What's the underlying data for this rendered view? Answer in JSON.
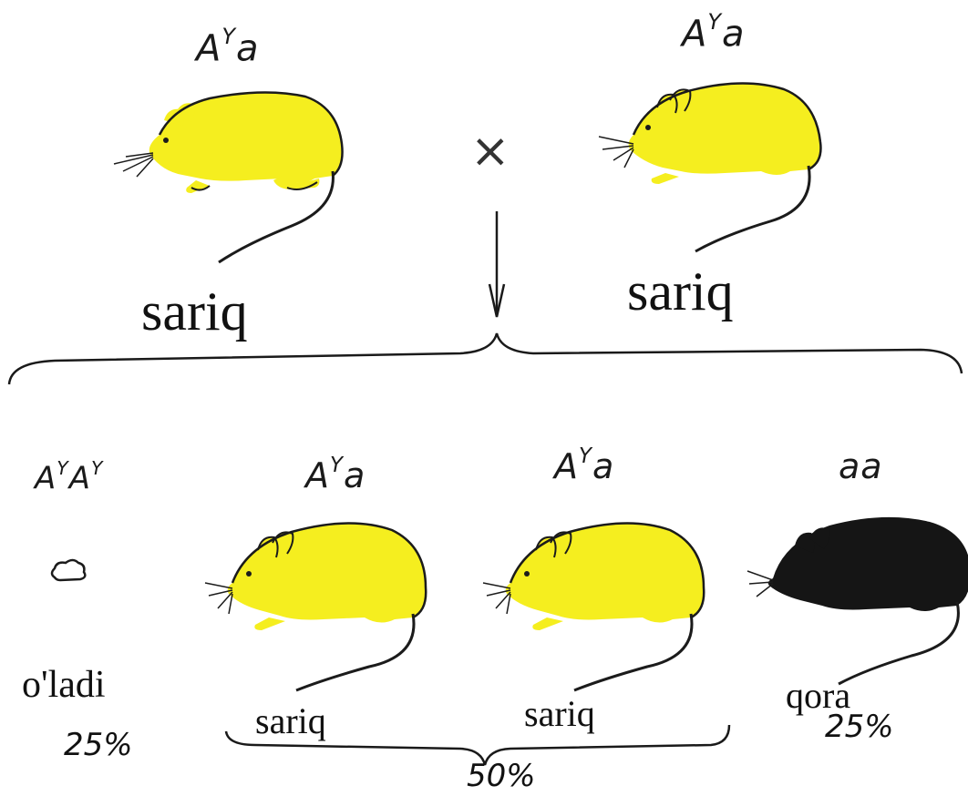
{
  "colors": {
    "yellow": "#f5ee1f",
    "black": "#151515",
    "outline": "#1b1b1b"
  },
  "parents": {
    "left": {
      "genotype_base": "A",
      "genotype_sup": "Y",
      "genotype_allele": "a",
      "label": "sariq"
    },
    "right": {
      "genotype_base": "A",
      "genotype_sup": "Y",
      "genotype_allele": "a",
      "label": "sariq"
    },
    "cross_symbol": "×"
  },
  "offspring": [
    {
      "genotype": "AYAY",
      "label": "o'ladi",
      "percent": "25%",
      "phenotype": "embryo-icon"
    },
    {
      "genotype": "AYa",
      "label": "sariq",
      "phenotype": "yellow-mouse-icon"
    },
    {
      "genotype": "AYa",
      "label": "sariq",
      "phenotype": "yellow-mouse-icon"
    },
    {
      "genotype": "aa",
      "label": "qora",
      "percent": "25%",
      "phenotype": "black-mouse-icon"
    }
  ],
  "group_percent": "50%"
}
